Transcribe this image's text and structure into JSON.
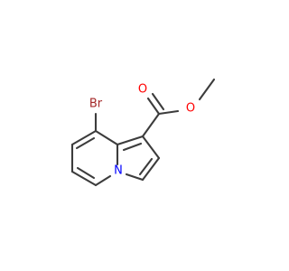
{
  "molecule": {
    "atoms": {
      "bromine": "Br",
      "carbonyl_oxygen": "O",
      "ester_oxygen": "O",
      "ring_nitrogen": "N"
    },
    "colors": {
      "bond": "#3c3c3c",
      "bromine": "#a52a2a",
      "oxygen": "#ff0000",
      "nitrogen": "#0000ff"
    }
  }
}
